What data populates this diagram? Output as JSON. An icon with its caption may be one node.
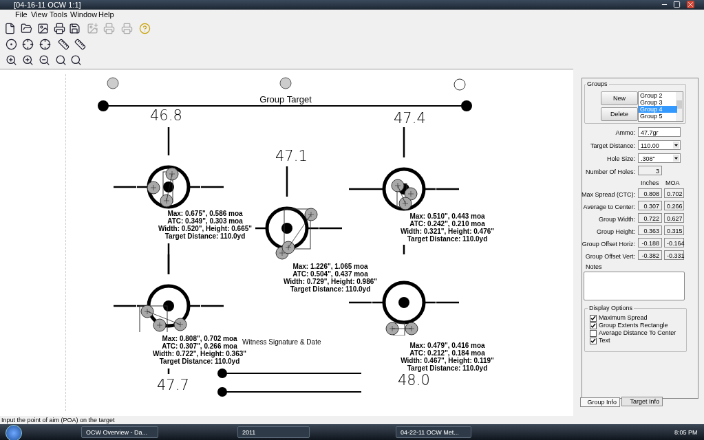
{
  "diagram": {
    "title": "[04-16-11 OCW 1:1]",
    "nodes": [
      {
        "text": [],
        "shape": "circle",
        "beside": [
          "46.8",
          "Max: 0.675\", 0.586 moa",
          "ATC: 0.349\", 0.303 moa",
          "Width: 0.520\", Height: 0.665\"",
          "Target Distance:  110.0yd"
        ]
      },
      {
        "text": [],
        "shape": "circle",
        "beside": [
          "47.4",
          "Max: 0.510\", 0.443 moa",
          "ATC: 0.242\", 0.210 moa",
          "Width: 0.321\", Height: 0.476\"",
          "Target Distance:  110.0yd"
        ]
      },
      {
        "text": [],
        "shape": "circle",
        "beside": [
          "47.1",
          "Max: 1.226\", 1.065 moa",
          "ATC: 0.504\", 0.437 moa",
          "Width: 0.729\", Height: 0.986\"",
          "Target Distance:  110.0yd"
        ]
      },
      {
        "text": [],
        "shape": "circle",
        "beside": [
          "47.7",
          "Max: 0.808\", 0.702 moa",
          "ATC: 0.307\", 0.266 moa",
          "Width: 0.722\", Height: 0.363\"",
          "Target Distance:  110.0yd"
        ]
      },
      {
        "text": [],
        "shape": "circle",
        "beside": [
          "48.0",
          "Max: 0.479\", 0.416 moa",
          "ATC: 0.212\", 0.184 moa",
          "Width: 0.467\", Height: 0.119\"",
          "Target Distance:  110.0yd"
        ]
      }
    ],
    "labels": [
      "File",
      "View",
      "Tools",
      "Window",
      "Help",
      "Group Target",
      "Witness Signature & Date",
      "Groups",
      "New",
      "Delete",
      "Group 2",
      "Group 3",
      "Group 4",
      "Group 5",
      "Ammo:",
      "47.7gr",
      "Target Distance:",
      "110.00",
      "Hole Size:",
      ".308\"",
      "Number Of Holes:",
      "3",
      "Inches",
      "MOA",
      "Max Spread (CTC):",
      "0.808",
      "0.702",
      "Average to Center:",
      "0.307",
      "0.266",
      "Group Width:",
      "0.722",
      "0.627",
      "Group Height:",
      "0.363",
      "0.315",
      "Group Offset Horiz:",
      "-0.188",
      "-0.164",
      "Group Offset Vert:",
      "-0.382",
      "-0.331",
      "Notes",
      "Display Options",
      "Maximum Spread",
      "Group Extents Rectangle",
      "Average Distance To Center",
      "Text",
      "Group Info",
      "Target Info",
      "Input the point of aim (POA) on the target",
      "OCW Overview - Da...",
      "2011",
      "04-22-11 OCW Met...",
      "8:05 PM"
    ]
  }
}
